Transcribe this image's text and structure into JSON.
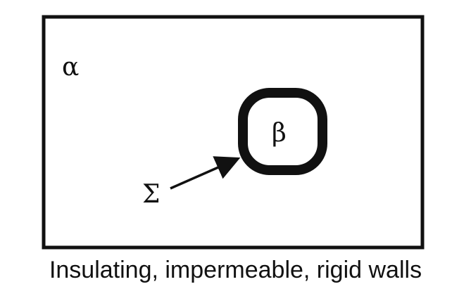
{
  "diagram": {
    "outer_label": "α",
    "inner_label": "β",
    "boundary_label": "Σ",
    "caption": "Insulating, impermeable, rigid walls"
  },
  "colors": {
    "stroke": "#111111",
    "background": "#ffffff"
  }
}
